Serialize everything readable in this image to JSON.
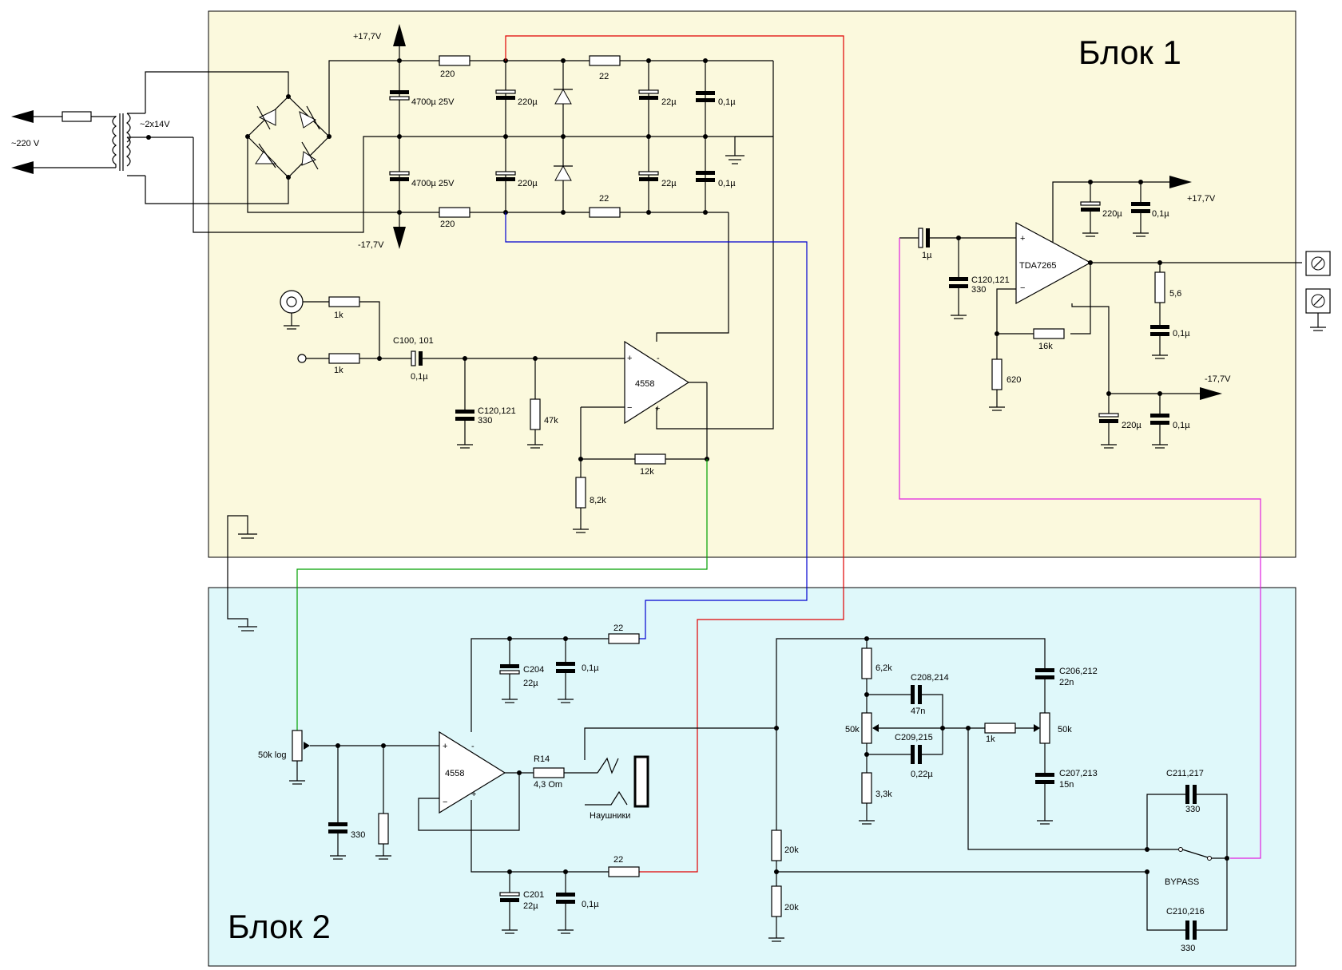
{
  "blocks": {
    "block1": {
      "title": "Блок 1",
      "bg": "#fbf9dd"
    },
    "block2": {
      "title": "Блок 2",
      "bg": "#dff8fa"
    }
  },
  "colors": {
    "wire": "#000000",
    "wire_red": "#e00000",
    "wire_blue": "#0000d0",
    "wire_green": "#00a000",
    "wire_magenta": "#e020e0"
  },
  "power": {
    "mains": "~220 V",
    "secondary": "~2x14V",
    "rail_pos": "+17,7V",
    "rail_neg": "-17,7V",
    "c_bulk_1": "4700µ 25V",
    "c_bulk_2": "4700µ 25V",
    "r_pos": "220",
    "r_neg": "220",
    "c_220_top": "220µ",
    "c_220_bot": "220µ",
    "r_22_top": "22",
    "r_22_bot": "22",
    "c_22u_top": "22µ",
    "c_22u_bot": "22µ",
    "c_01_top": "0,1µ",
    "c_01_bot": "0,1µ"
  },
  "preamp": {
    "r_in1": "1k",
    "r_in2": "1k",
    "c_in_name": "C100, 101",
    "c_in_val": "0,1µ",
    "c_filt_name": "C120,121",
    "c_filt_val": "330",
    "r_47k": "47k",
    "opamp": "4558",
    "r_fb": "12k",
    "r_gnd": "8,2k"
  },
  "amp": {
    "c_in": "1µ",
    "c_filt_name": "C120,121",
    "c_filt_val": "330",
    "chip": "TDA7265",
    "rail_pos": "+17,7V",
    "rail_neg": "-17,7V",
    "c_pos_220": "220µ",
    "c_pos_01": "0,1µ",
    "c_neg_220": "220µ",
    "c_neg_01": "0,1µ",
    "r_fb": "16k",
    "r_gnd": "620",
    "r_zobel": "5,6",
    "c_zobel": "0,1µ"
  },
  "headphone": {
    "pot": "50k log",
    "c_in": "330",
    "opamp": "4558",
    "c204_name": "C204",
    "c204_val": "22µ",
    "c_top_01": "0,1µ",
    "r_top": "22",
    "r14_name": "R14",
    "r14_val": "4,3 Om",
    "phones": "Наушники",
    "c201_name": "C201",
    "c201_val": "22µ",
    "c_bot_01": "0,1µ",
    "r_bot": "22"
  },
  "tone": {
    "r_62": "6,2k",
    "c208_name": "C208,214",
    "c208_val": "47n",
    "pot1": "50k",
    "c209_name": "C209,215",
    "c209_val": "0,22µ",
    "r_33": "3,3k",
    "r_1k": "1k",
    "c206_name": "C206,212",
    "c206_val": "22n",
    "pot2": "50k",
    "c207_name": "C207,213",
    "c207_val": "15n",
    "r_20k_1": "20k",
    "r_20k_2": "20k",
    "c211_name": "C211,217",
    "c211_val": "330",
    "bypass": "BYPASS",
    "c210_name": "C210,216",
    "c210_val": "330"
  }
}
